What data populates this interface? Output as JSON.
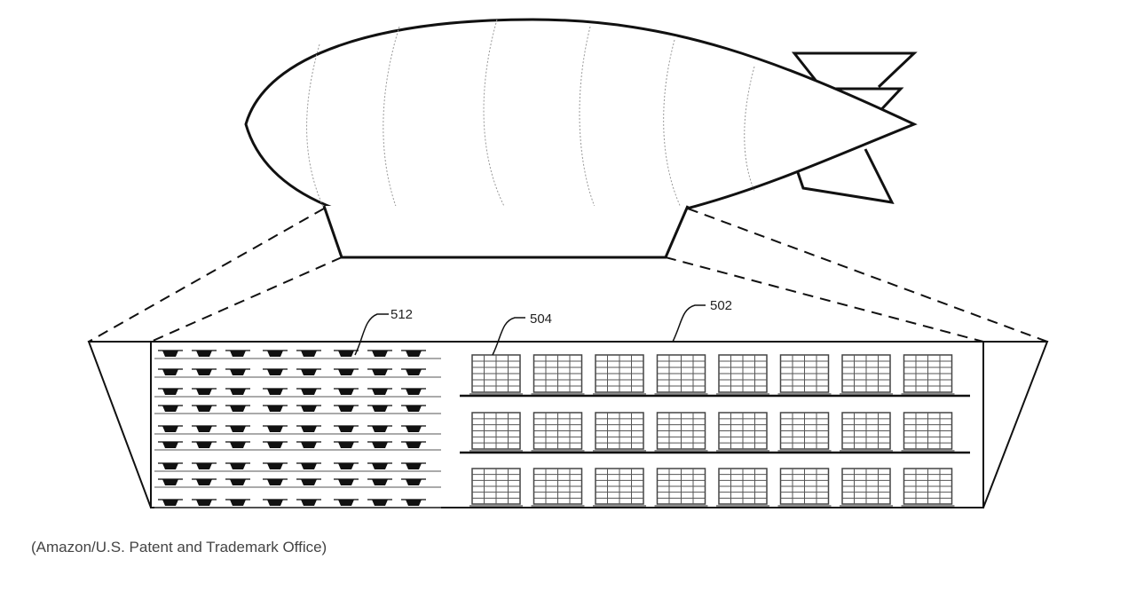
{
  "figure": {
    "labels": {
      "drone": "512",
      "rack": "504",
      "warehouse": "502"
    },
    "drone_rows": 9,
    "drone_cols": 8,
    "rack_rows": 3,
    "rack_cols": 8
  },
  "caption": "(Amazon/U.S. Patent and Trademark Office)"
}
